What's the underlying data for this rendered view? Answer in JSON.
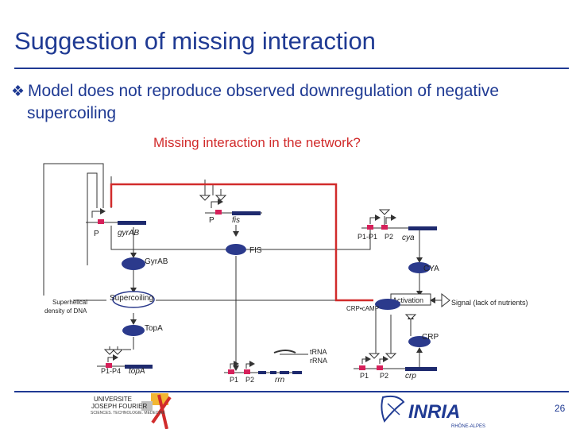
{
  "title": "Suggestion of missing interaction",
  "bullet": {
    "line1": "Model does not reproduce observed downregulation of negative",
    "line2": "supercoiling"
  },
  "missing_label": "Missing interaction in the network?",
  "genes": {
    "gyrab": {
      "promoter": "P",
      "name": "gyrAB"
    },
    "fis": {
      "promoter": "P",
      "name": "fis"
    },
    "cya": {
      "promoter1": "P1-P1",
      "promoter2": "P2",
      "name": "cya"
    },
    "topa": {
      "promoter": "P1-P4",
      "name": "topA"
    },
    "rrn": {
      "promoter1": "P1",
      "promoter2": "P2",
      "name": "rrn"
    },
    "crp": {
      "promoter1": "P1",
      "promoter2": "P2",
      "name": "crp"
    }
  },
  "nodes": {
    "fis_protein": "FIS",
    "gyrab_protein": "GyrAB",
    "cya_protein": "CYA",
    "supercoiling": "Supercoiling",
    "superhelical_1": "Superhelical",
    "superhelical_2": "density of DNA",
    "activation": "Activation",
    "signal": "Signal (lack of nutrients)",
    "crp_camp": "CRP•cAMP",
    "topa_protein": "TopA",
    "crp_protein": "CRP",
    "trna": "tRNA",
    "rrna": "rRNA"
  },
  "colors": {
    "title": "#1f3a93",
    "missing": "#d12b2b",
    "protein": "#2b3a8c",
    "gene_bar": "#1e2a6e",
    "promoter_box": "#d6205a",
    "line": "#333333"
  },
  "logos": {
    "univ_1": "UNIVERSITE",
    "univ_2": "JOSEPH FOURIER",
    "univ_3": "SCIENCES. TECHNOLOGIE. MEDECINE",
    "inria": "INRIA",
    "inria_sub": "RHÔNE-ALPES"
  },
  "page_number": "26"
}
